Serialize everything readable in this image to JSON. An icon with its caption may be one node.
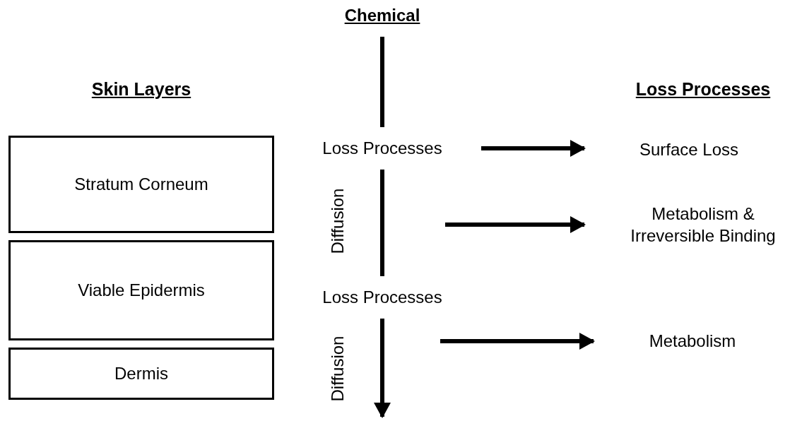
{
  "diagram": {
    "nodes": [
      {
        "text": [
          "Chemical"
        ]
      },
      {
        "text": [
          "Loss Processes"
        ]
      },
      {
        "text": [
          "Loss Processes"
        ]
      },
      {
        "text": [
          "Surface Loss"
        ]
      },
      {
        "text": [
          "Metabolism & Irreversible Binding"
        ]
      },
      {
        "text": [
          "Metabolism"
        ]
      },
      {
        "text": [
          "Stratum Corneum"
        ]
      },
      {
        "text": [
          "Viable Epidermis"
        ]
      },
      {
        "text": [
          "Dermis"
        ]
      }
    ],
    "edges": [
      {
        "from": 0,
        "to": 1,
        "arrow": "none"
      },
      {
        "from": 1,
        "to": 2,
        "arrow": "none",
        "label": "Diffusion"
      },
      {
        "from": 2,
        "to": null,
        "arrow": "to",
        "label": "Diffusion"
      },
      {
        "from": 1,
        "to": 3,
        "arrow": "to"
      },
      {
        "from": null,
        "to": 4,
        "arrow": "to"
      },
      {
        "from": null,
        "to": 5,
        "arrow": "to"
      }
    ],
    "labels": [
      "Skin Layers",
      "Loss Processes"
    ]
  }
}
